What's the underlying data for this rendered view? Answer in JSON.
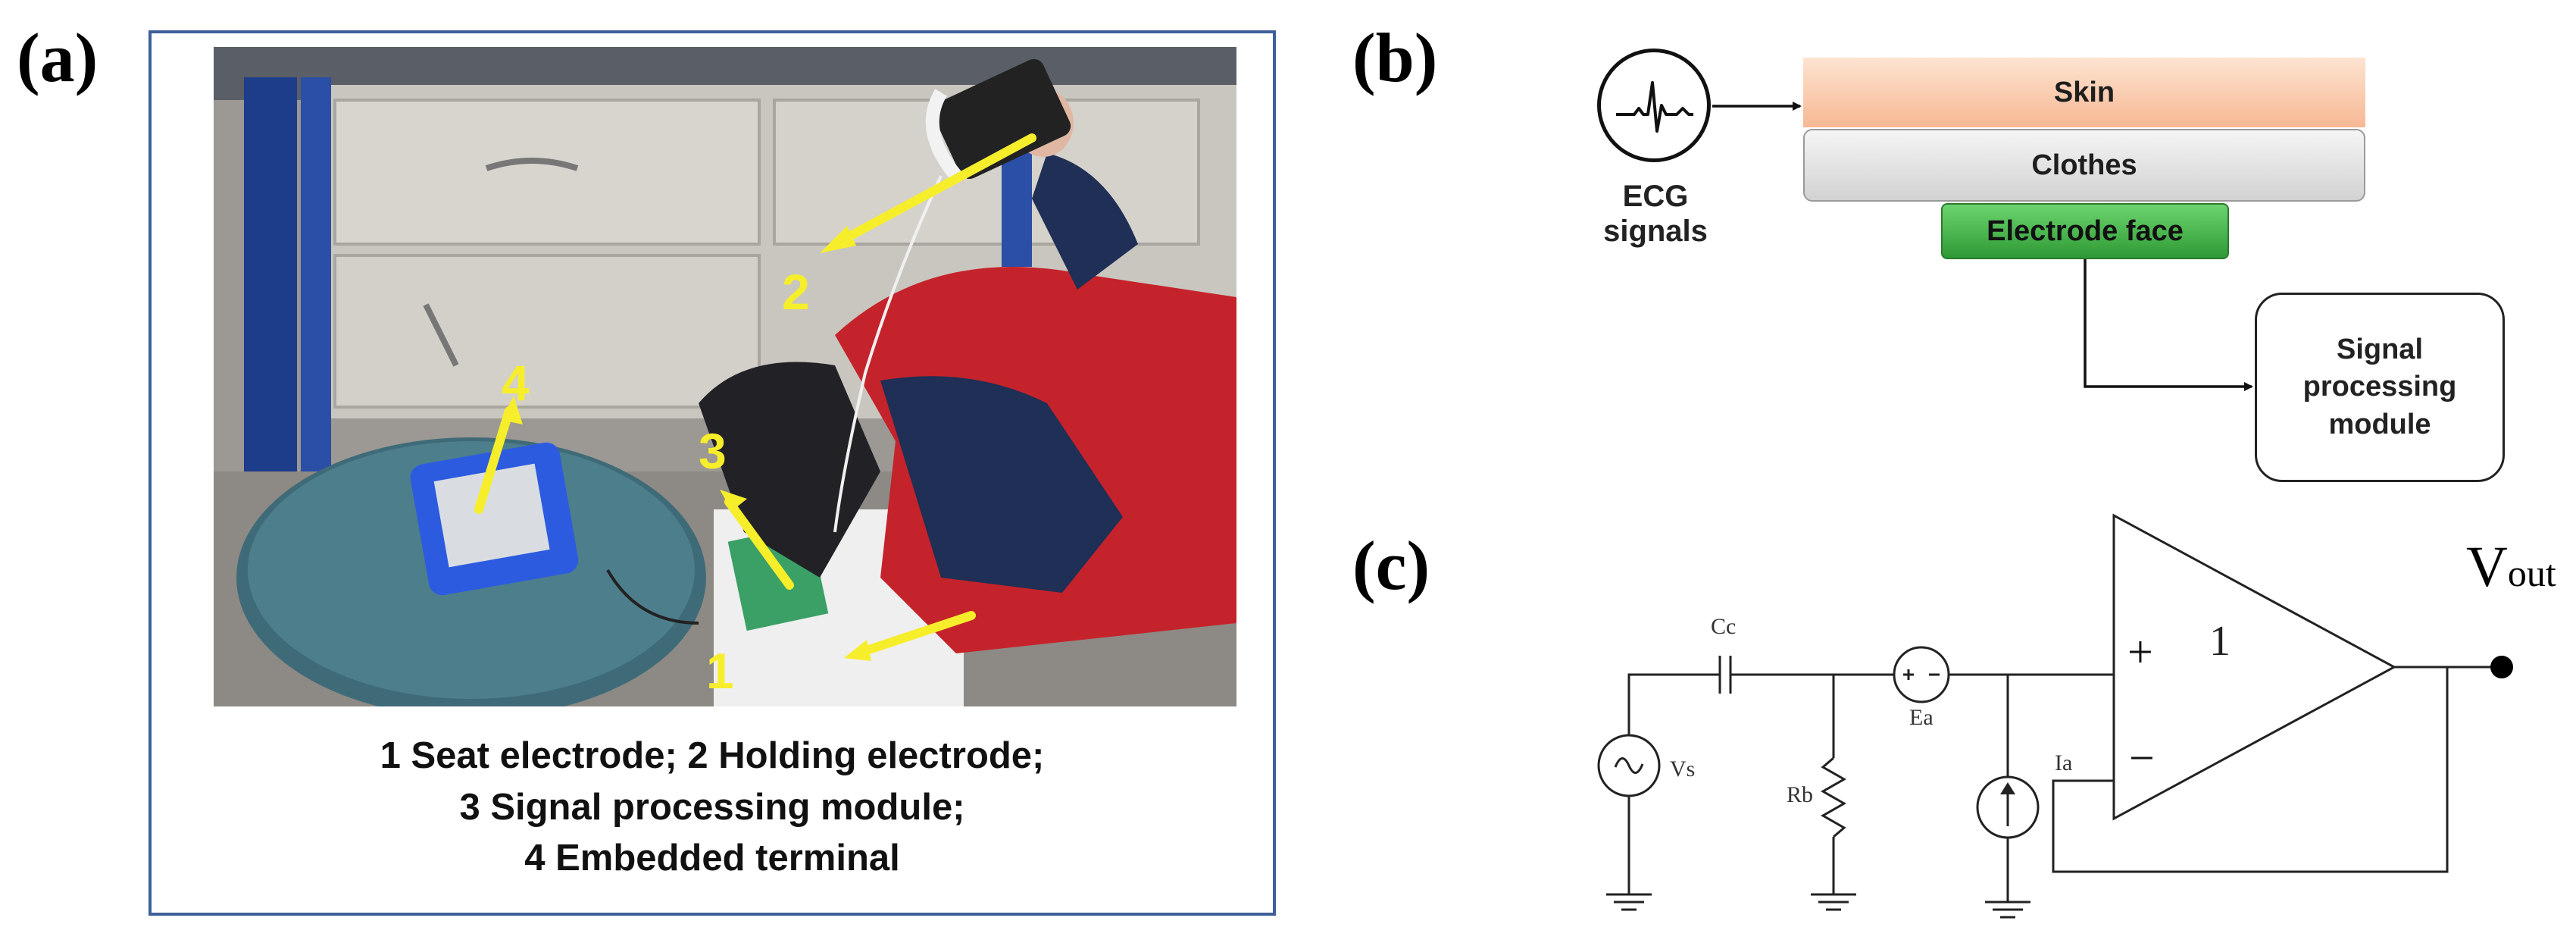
{
  "panels": {
    "a": {
      "letter": "(a)"
    },
    "b": {
      "letter": "(b)"
    },
    "c": {
      "letter": "(c)"
    }
  },
  "photo": {
    "markers": [
      "1",
      "2",
      "3",
      "4"
    ],
    "arrow_color": "#f7ee2b"
  },
  "caption": {
    "line1": "1 Seat electrode;  2 Holding electrode;",
    "line2": "3 Signal processing module;",
    "line3": "4 Embedded terminal"
  },
  "signal_path": {
    "ecg_line1": "ECG",
    "ecg_line2": "signals",
    "skin": "Skin",
    "clothes": "Clothes",
    "electrode": "Electrode face",
    "module_line1": "Signal",
    "module_line2": "processing",
    "module_line3": "module",
    "colors": {
      "skin": "#f7b893",
      "clothes": "#d2d2d2",
      "electrode": "#3aa83f"
    }
  },
  "circuit": {
    "cc": "Cc",
    "ea": "Ea",
    "vs": "Vs",
    "rb": "Rb",
    "ia": "Ia",
    "plus": "+",
    "minus": "−",
    "gain": "1",
    "vout_main": "V",
    "vout_sub": "out"
  }
}
